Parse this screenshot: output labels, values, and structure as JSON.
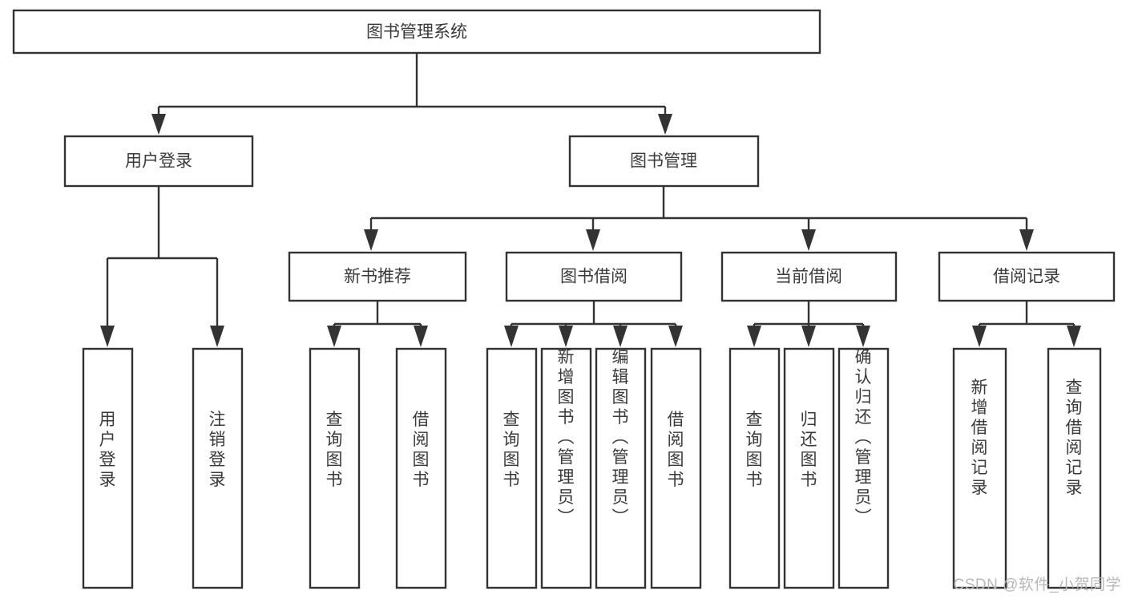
{
  "diagram": {
    "title": "图书管理系统",
    "type": "tree-hierarchy-diagram",
    "theme": {
      "background": "#ffffff",
      "box_fill": "#ffffff",
      "box_stroke": "#333333",
      "text_color": "#3a3a3a",
      "watermark_color": "#b8b8b8"
    },
    "levels": {
      "root": {
        "label": "图书管理系统"
      },
      "level2": [
        {
          "label": "用户登录"
        },
        {
          "label": "图书管理"
        }
      ],
      "level3": [
        {
          "label": "新书推荐"
        },
        {
          "label": "图书借阅"
        },
        {
          "label": "当前借阅"
        },
        {
          "label": "借阅记录"
        }
      ],
      "leaves": {
        "user_login": [
          {
            "label": "用户登录"
          },
          {
            "label": "注销登录"
          }
        ],
        "new_book_recommend": [
          {
            "label": "查询图书"
          },
          {
            "label": "借阅图书"
          }
        ],
        "book_borrow": [
          {
            "label": "查询图书"
          },
          {
            "label": "新增图书（管理员）"
          },
          {
            "label": "编辑图书（管理员）"
          },
          {
            "label": "借阅图书"
          }
        ],
        "current_borrow": [
          {
            "label": "查询图书"
          },
          {
            "label": "归还图书"
          },
          {
            "label": "确认归还（管理员）"
          }
        ],
        "borrow_record": [
          {
            "label": "新增借阅记录"
          },
          {
            "label": "查询借阅记录"
          }
        ]
      }
    }
  },
  "watermark": {
    "text": "CSDN @软件_小贺同学"
  }
}
